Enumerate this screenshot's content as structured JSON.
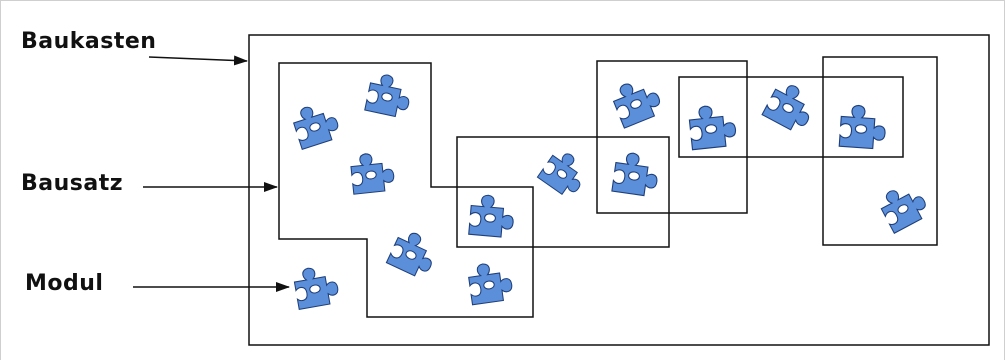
{
  "labels": {
    "baukasten": "Baukasten",
    "bausatz": "Bausatz",
    "modul": "Modul"
  },
  "colors": {
    "piece_fill": "#5b8fd9",
    "piece_shadow": "#1f3f7a",
    "outline": "#111111"
  },
  "icon": "puzzle-piece-icon"
}
